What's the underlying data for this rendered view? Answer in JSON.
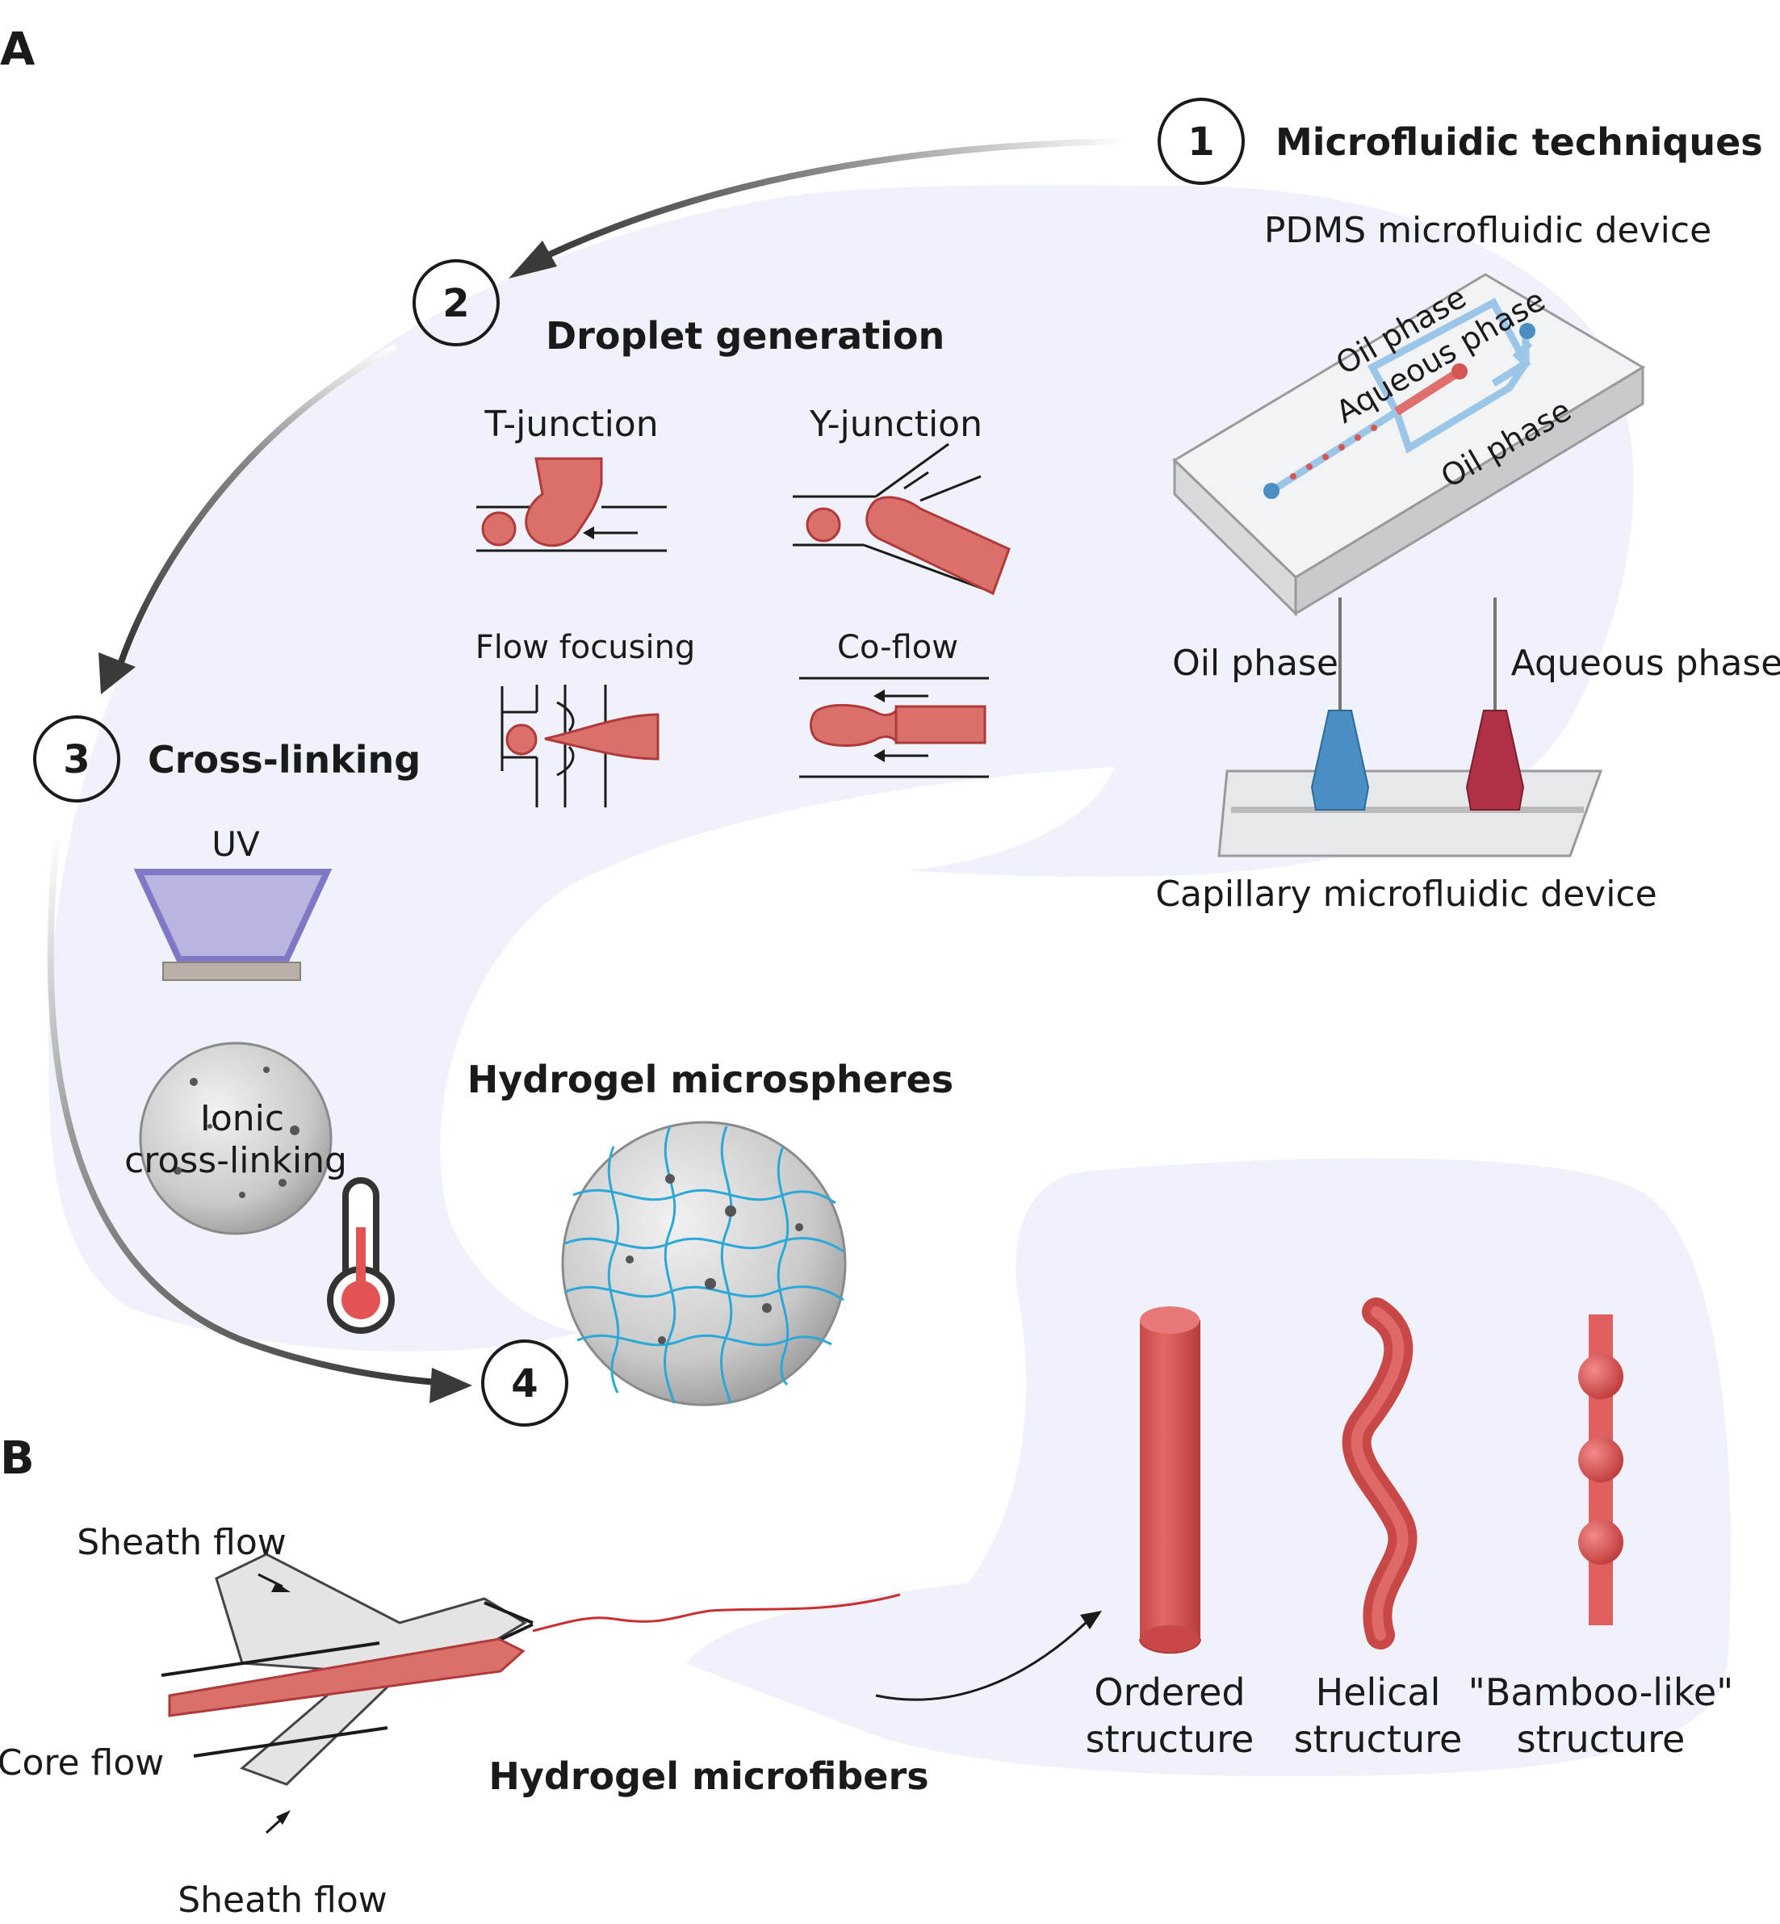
{
  "panels": {
    "a": "A",
    "b": "B"
  },
  "steps": [
    {
      "number": "1",
      "title": "Microfluidic techniques"
    },
    {
      "number": "2",
      "title": "Droplet generation"
    },
    {
      "number": "3",
      "title": "Cross-linking"
    },
    {
      "number": "4",
      "title": ""
    }
  ],
  "pdms": {
    "title": "PDMS microfluidic device",
    "chip_labels": {
      "oil_top": "Oil phase",
      "aqueous": "Aqueous phase",
      "oil_bottom": "Oil phase"
    }
  },
  "capillary": {
    "title": "Capillary microfluidic device",
    "oil_label": "Oil phase",
    "aqueous_label": "Aqueous phase"
  },
  "droplet_methods": [
    "T-junction",
    "Y-junction",
    "Flow focusing",
    "Co-flow"
  ],
  "crosslinking": {
    "uv": "UV",
    "ionic_line1": "Ionic",
    "ionic_line2": "cross-linking"
  },
  "microspheres": {
    "title": "Hydrogel microspheres"
  },
  "microfibers": {
    "title": "Hydrogel microfibers",
    "sheath_top": "Sheath flow",
    "core": "Core flow",
    "sheath_bottom": "Sheath flow",
    "structures": [
      {
        "line1": "Ordered",
        "line2": "structure"
      },
      {
        "line1": "Helical",
        "line2": "structure"
      },
      {
        "line1": "\"Bamboo-like\"",
        "line2": "structure"
      }
    ]
  },
  "colors": {
    "background_tint": "#eef1fb",
    "hydrogel_red": "#d65656",
    "oil_blue": "#4a8fc4",
    "aqueous_red": "#b03048",
    "uv_purple": "#b9b4e0",
    "network_blue": "#2aa8d8"
  }
}
